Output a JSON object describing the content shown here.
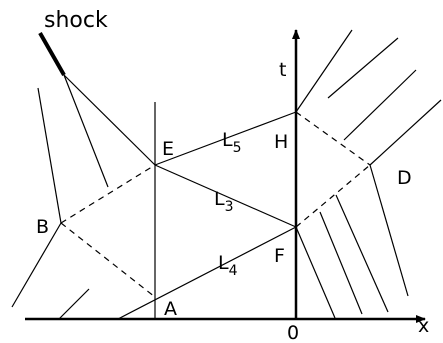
{
  "labels": {
    "shock": "shock",
    "t_axis": "t",
    "x_axis": "x",
    "origin": "0",
    "A": "A",
    "B": "B",
    "D": "D",
    "E": "E",
    "F": "F",
    "H": "H",
    "L": "L",
    "L3_sub": "3",
    "L4_sub": "4",
    "L5_sub": "5"
  }
}
